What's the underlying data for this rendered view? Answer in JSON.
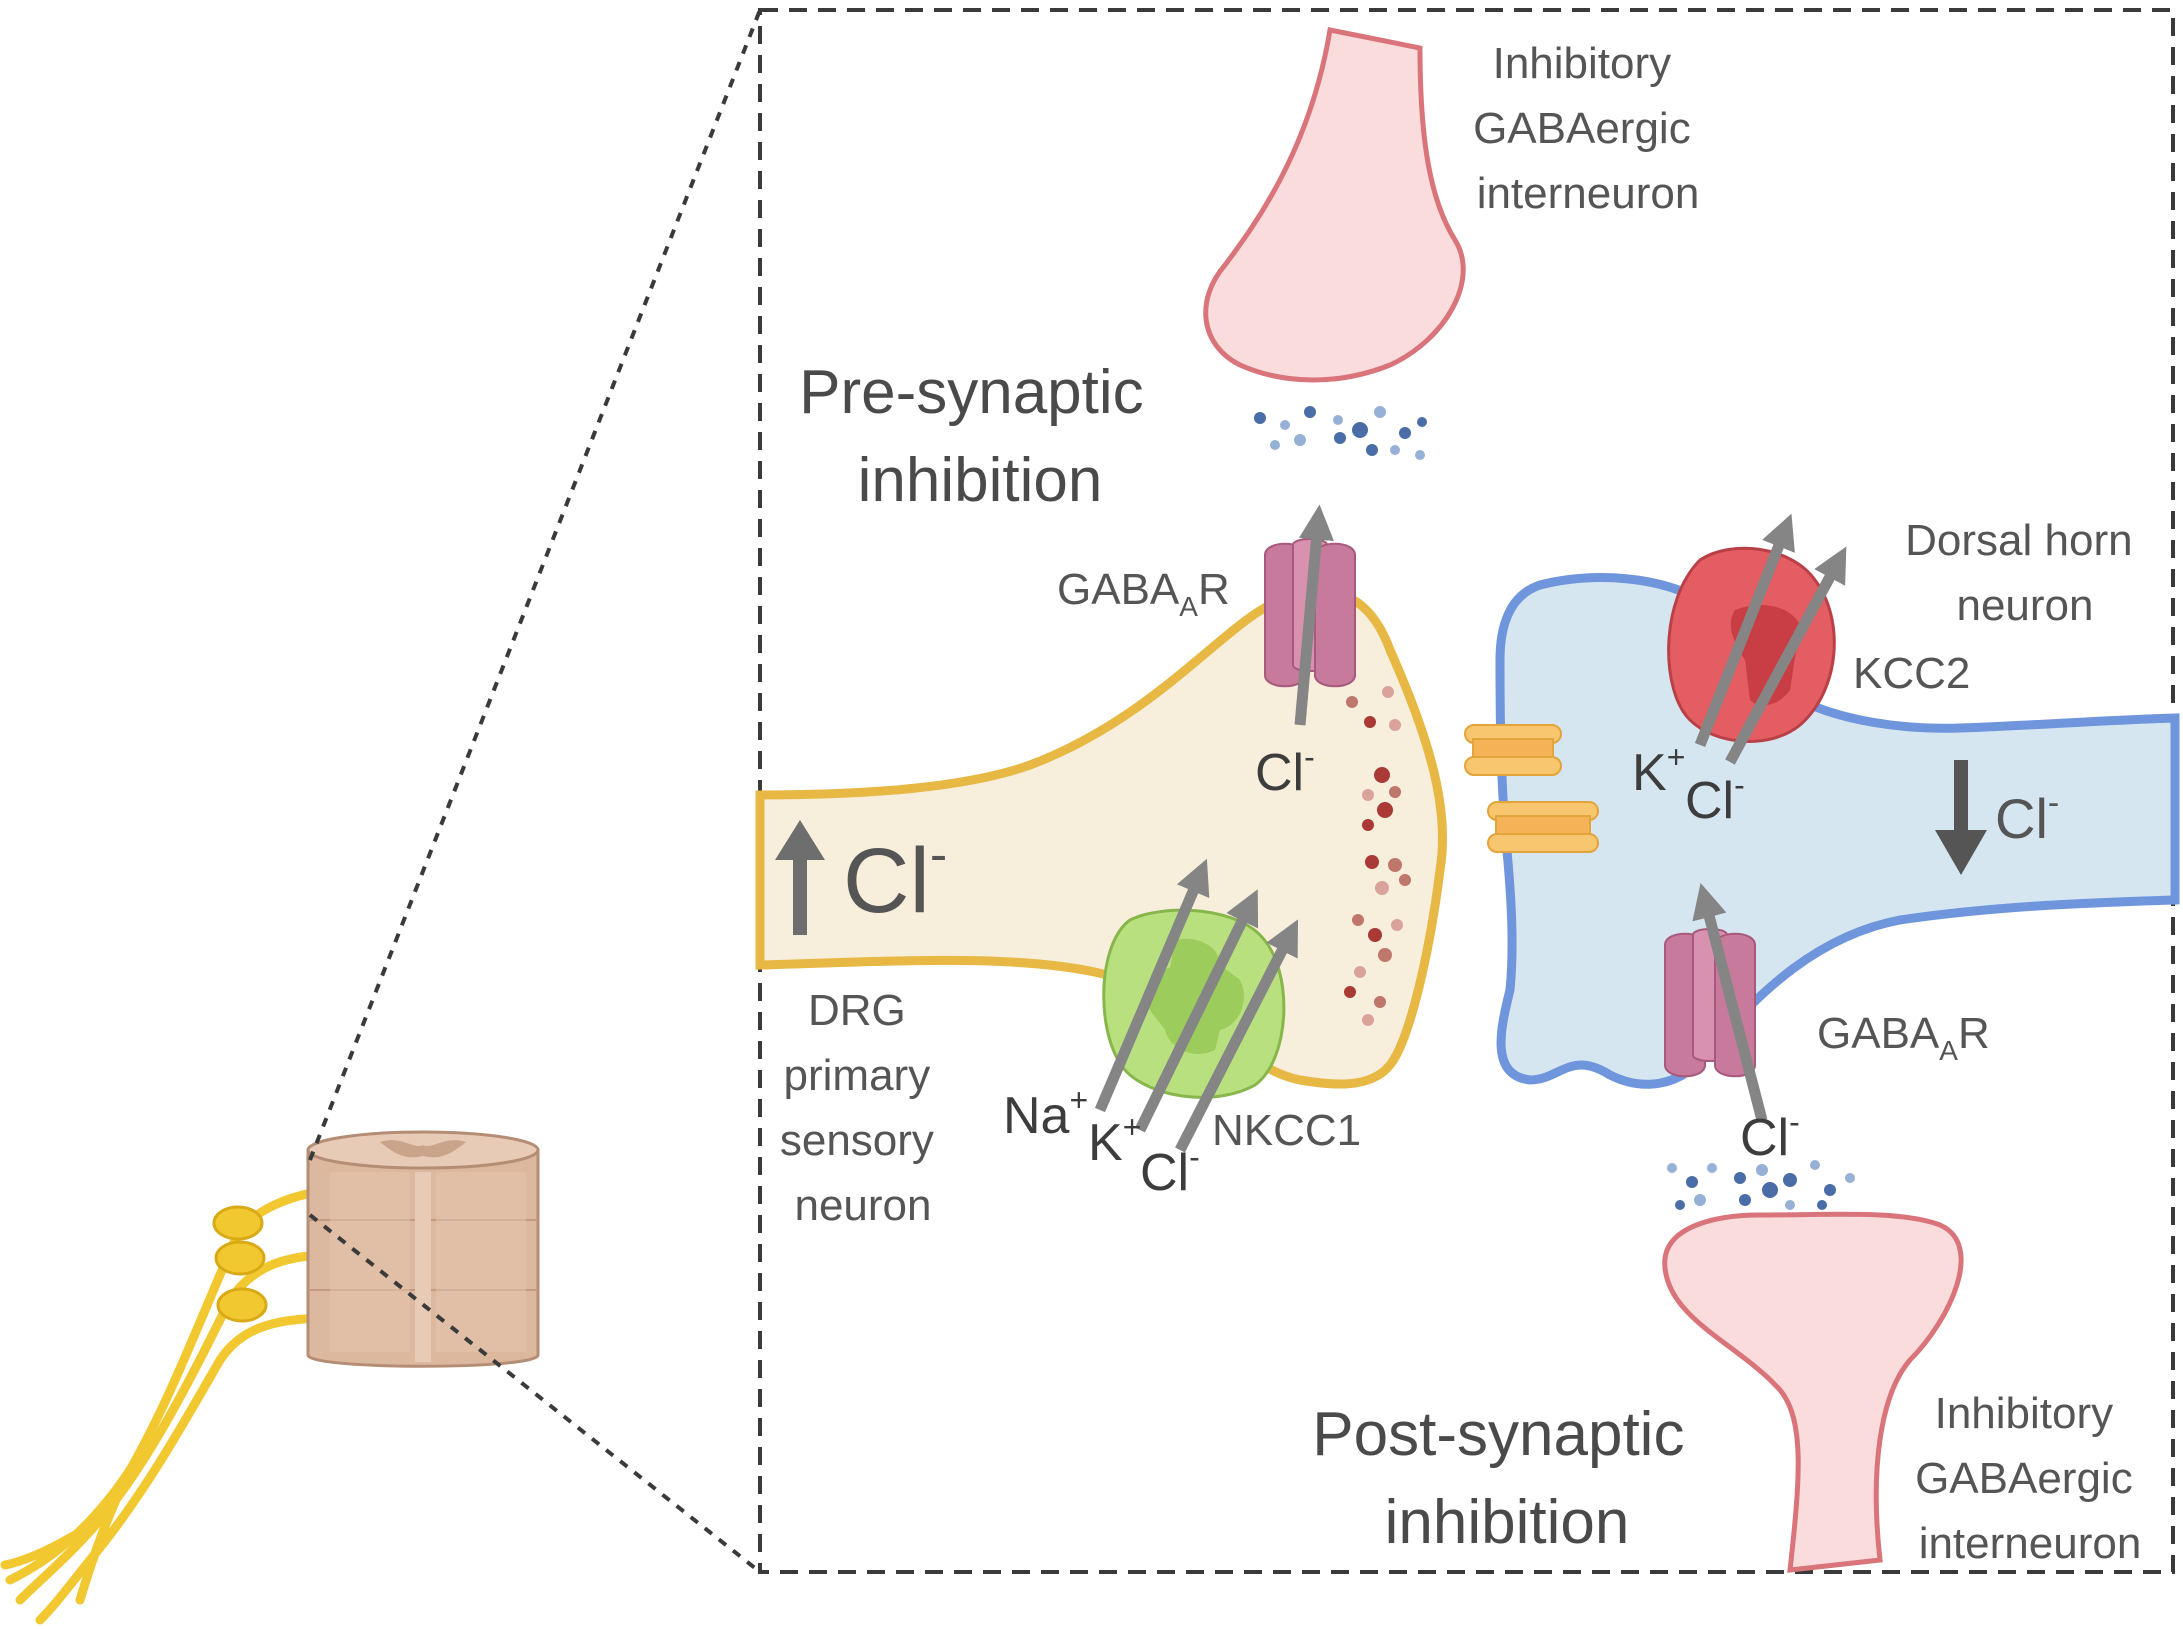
{
  "colors": {
    "interneuron_fill": "#fbdcdc",
    "interneuron_stroke": "#d9747a",
    "drg_fill": "#f8eedc",
    "drg_stroke": "#e7b844",
    "dorsal_fill": "#d6e6f1",
    "dorsal_stroke": "#6f95dd",
    "gabaar": "#c77a9c",
    "kcc2": "#e35d62",
    "nkcc1": "#b9e07e",
    "nkcc1_label": "#59a83c",
    "arrow": "#858585",
    "nerve": "#f2c830",
    "cord": "#e1bfa7",
    "dashed_frame": "#3a3a3a"
  },
  "labels": {
    "inhibitory_top": [
      "Inhibitory",
      "GABAergic",
      "interneuron"
    ],
    "presynaptic": [
      "Pre-synaptic",
      "inhibition"
    ],
    "gabaar_top": {
      "main": "GABA",
      "sub": "A",
      "tail": "R"
    },
    "cl_top": {
      "main": "Cl",
      "sup": "-"
    },
    "dorsal_horn": [
      "Dorsal horn",
      "neuron"
    ],
    "kcc2": "KCC2",
    "k_kcc2": {
      "main": "K",
      "sup": "+"
    },
    "cl_kcc2": {
      "main": "Cl",
      "sup": "-"
    },
    "cl_down": {
      "main": "Cl",
      "sup": "-"
    },
    "cl_up_big": {
      "main": "Cl",
      "sup": "-"
    },
    "drg": [
      "DRG",
      "primary",
      "sensory",
      "neuron"
    ],
    "na": {
      "main": "Na",
      "sup": "+"
    },
    "k_nkcc1": {
      "main": "K",
      "sup": "+"
    },
    "cl_nkcc1": {
      "main": "Cl",
      "sup": "-"
    },
    "nkcc1": "NKCC1",
    "gabaar_right": {
      "main": "GABA",
      "sub": "A",
      "tail": "R"
    },
    "cl_bottom": {
      "main": "Cl",
      "sup": "-"
    },
    "postsynaptic": [
      "Post-synaptic",
      "inhibition"
    ],
    "inhibitory_bottom": [
      "Inhibitory",
      "GABAergic",
      "interneuron"
    ]
  }
}
